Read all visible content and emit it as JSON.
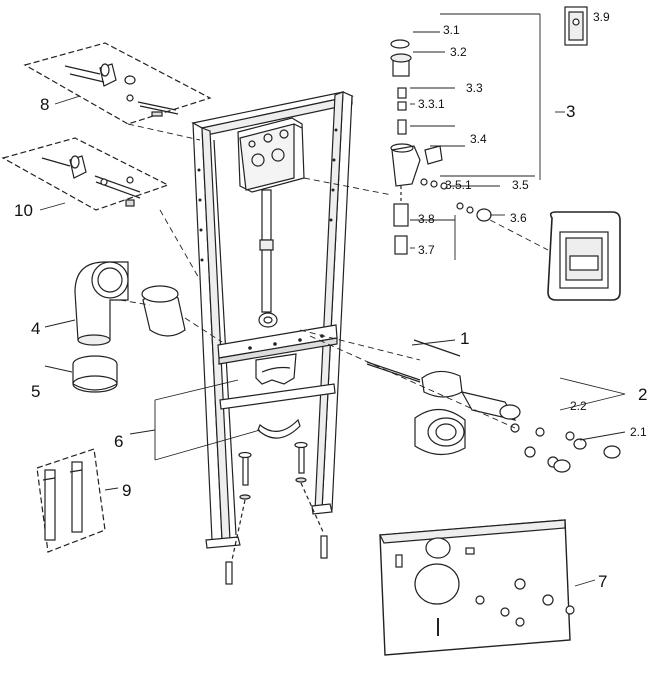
{
  "callouts": {
    "c1": "1",
    "c2": "2",
    "c2_1": "2.1",
    "c2_2": "2.2",
    "c3": "3",
    "c3_1": "3.1",
    "c3_2": "3.2",
    "c3_3": "3.3",
    "c3_3_1": "3.3.1",
    "c3_4": "3.4",
    "c3_5": "3.5",
    "c3_5_1": "3.5.1",
    "c3_6": "3.6",
    "c3_7": "3.7",
    "c3_8": "3.8",
    "c3_9": "3.9",
    "c4": "4",
    "c5": "5",
    "c6": "6",
    "c7": "7",
    "c8": "8",
    "c9": "9",
    "c10": "10"
  },
  "colors": {
    "line": "#222222",
    "shade": "#dddddd",
    "background": "#ffffff"
  }
}
